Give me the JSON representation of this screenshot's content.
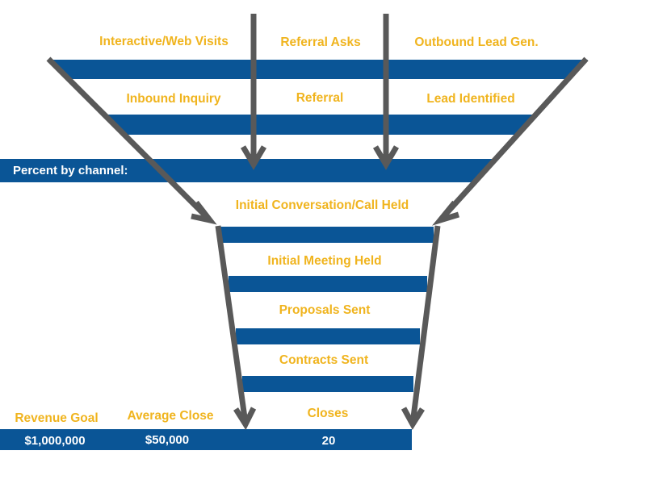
{
  "colors": {
    "band": "#0a5596",
    "label": "#f0b41e",
    "arrow": "#595959",
    "white_text": "#ffffff"
  },
  "top_funnel": {
    "row1": [
      "Interactive/Web Visits",
      "Referral Asks",
      "Outbound Lead Gen."
    ],
    "row2": [
      "Inbound Inquiry",
      "Referral",
      "Lead Identified"
    ],
    "channel_label": "Percent by channel:"
  },
  "lower_funnel": {
    "stages": [
      "Initial Conversation/Call Held",
      "Initial Meeting Held",
      "Proposals Sent",
      "Contracts Sent"
    ]
  },
  "bottom": {
    "revenue_goal_label": "Revenue Goal",
    "revenue_goal_value": "$1,000,000",
    "average_close_label": "Average Close",
    "average_close_value": "$50,000",
    "closes_label": "Closes",
    "closes_value": "20"
  }
}
